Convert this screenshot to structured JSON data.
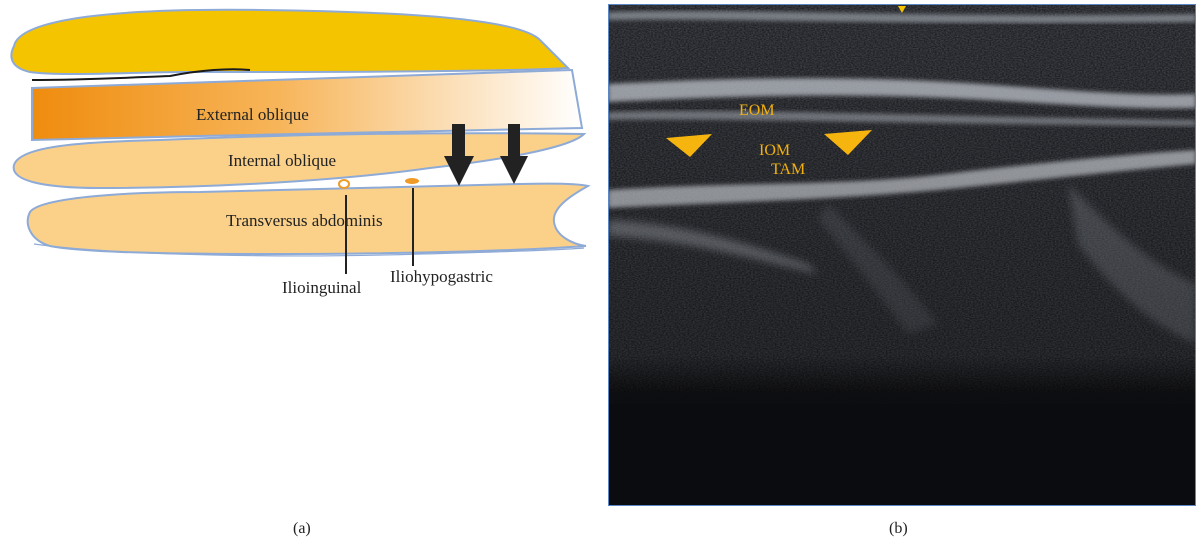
{
  "panel_a": {
    "layers": {
      "external_oblique": "External oblique",
      "internal_oblique": "Internal oblique",
      "transversus_abdominis": "Transversus abdominis"
    },
    "nerves": {
      "ilioinguinal": "Ilioinguinal",
      "iliohypogastric": "Iliohypogastric"
    },
    "colors": {
      "subcutaneous_fat": "#f5c400",
      "external_oblique_start": "#ef8c0e",
      "external_oblique_end": "#ffffff",
      "muscle_fill": "#fbd18a",
      "outline": "#8eaad6",
      "arrow": "#222222",
      "nerve": "#f09a28"
    }
  },
  "panel_b": {
    "labels": {
      "eom": "EOM",
      "iom": "IOM",
      "tam": "TAM"
    },
    "colors": {
      "label": "#f2b10f",
      "arrowhead": "#f6b40e",
      "background": "#121418"
    }
  },
  "captions": {
    "a": "(a)",
    "b": "(b)"
  }
}
